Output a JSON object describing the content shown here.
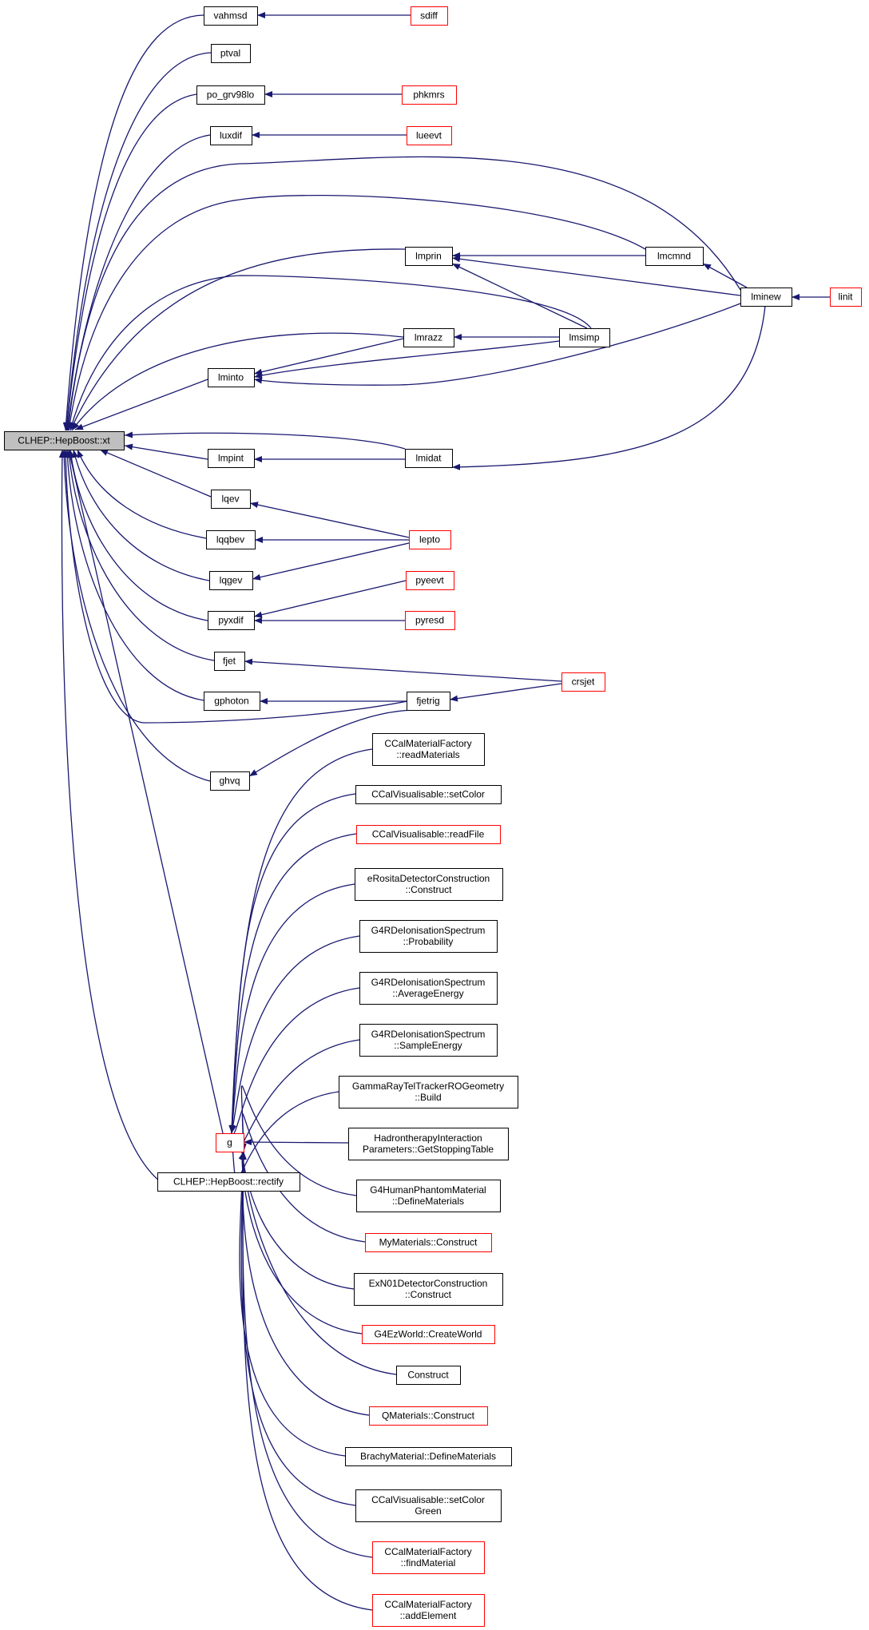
{
  "colors": {
    "edge": "#191970",
    "node_border": "#000000",
    "node_border_truncated": "#ff0000",
    "root_fill": "#bfbfbf"
  },
  "nodes": [
    {
      "id": "root",
      "lines": [
        "CLHEP::HepBoost::xt"
      ],
      "style": "root"
    },
    {
      "id": "vahmsd",
      "lines": [
        "vahmsd"
      ],
      "style": "normal"
    },
    {
      "id": "sdiff",
      "lines": [
        "sdiff"
      ],
      "style": "truncated"
    },
    {
      "id": "ptval",
      "lines": [
        "ptval"
      ],
      "style": "normal"
    },
    {
      "id": "po_grv98lo",
      "lines": [
        "po_grv98lo"
      ],
      "style": "normal"
    },
    {
      "id": "phkmrs",
      "lines": [
        "phkmrs"
      ],
      "style": "truncated"
    },
    {
      "id": "luxdif",
      "lines": [
        "luxdif"
      ],
      "style": "normal"
    },
    {
      "id": "lueevt",
      "lines": [
        "lueevt"
      ],
      "style": "truncated"
    },
    {
      "id": "lmcmnd",
      "lines": [
        "lmcmnd"
      ],
      "style": "normal"
    },
    {
      "id": "lmprin",
      "lines": [
        "lmprin"
      ],
      "style": "normal"
    },
    {
      "id": "lminew",
      "lines": [
        "lminew"
      ],
      "style": "normal"
    },
    {
      "id": "linit",
      "lines": [
        "linit"
      ],
      "style": "truncated"
    },
    {
      "id": "lmrazz",
      "lines": [
        "lmrazz"
      ],
      "style": "normal"
    },
    {
      "id": "lmsimp",
      "lines": [
        "lmsimp"
      ],
      "style": "normal"
    },
    {
      "id": "lminto",
      "lines": [
        "lminto"
      ],
      "style": "normal"
    },
    {
      "id": "lmpint",
      "lines": [
        "lmpint"
      ],
      "style": "normal"
    },
    {
      "id": "lmidat",
      "lines": [
        "lmidat"
      ],
      "style": "normal"
    },
    {
      "id": "lqev",
      "lines": [
        "lqev"
      ],
      "style": "normal"
    },
    {
      "id": "lqqbev",
      "lines": [
        "lqqbev"
      ],
      "style": "normal"
    },
    {
      "id": "lepto",
      "lines": [
        "lepto"
      ],
      "style": "truncated"
    },
    {
      "id": "lqgev",
      "lines": [
        "lqgev"
      ],
      "style": "normal"
    },
    {
      "id": "pyeevt",
      "lines": [
        "pyeevt"
      ],
      "style": "truncated"
    },
    {
      "id": "pyxdif",
      "lines": [
        "pyxdif"
      ],
      "style": "normal"
    },
    {
      "id": "pyresd",
      "lines": [
        "pyresd"
      ],
      "style": "truncated"
    },
    {
      "id": "fjet",
      "lines": [
        "fjet"
      ],
      "style": "normal"
    },
    {
      "id": "crsjet",
      "lines": [
        "crsjet"
      ],
      "style": "truncated"
    },
    {
      "id": "gphoton",
      "lines": [
        "gphoton"
      ],
      "style": "normal"
    },
    {
      "id": "fjetrig",
      "lines": [
        "fjetrig"
      ],
      "style": "normal"
    },
    {
      "id": "ghvq",
      "lines": [
        "ghvq"
      ],
      "style": "normal"
    },
    {
      "id": "ccal_readmat",
      "lines": [
        "CCalMaterialFactory",
        "::readMaterials"
      ],
      "style": "normal"
    },
    {
      "id": "ccal_setcolor",
      "lines": [
        "CCalVisualisable::setColor"
      ],
      "style": "normal"
    },
    {
      "id": "ccal_readfile",
      "lines": [
        "CCalVisualisable::readFile"
      ],
      "style": "truncated"
    },
    {
      "id": "erosita",
      "lines": [
        "eRositaDetectorConstruction",
        "::Construct"
      ],
      "style": "normal"
    },
    {
      "id": "g4rd_prob",
      "lines": [
        "G4RDeIonisationSpectrum",
        "::Probability"
      ],
      "style": "normal"
    },
    {
      "id": "g4rd_avg",
      "lines": [
        "G4RDeIonisationSpectrum",
        "::AverageEnergy"
      ],
      "style": "normal"
    },
    {
      "id": "g4rd_sample",
      "lines": [
        "G4RDeIonisationSpectrum",
        "::SampleEnergy"
      ],
      "style": "normal"
    },
    {
      "id": "gammaray",
      "lines": [
        "GammaRayTelTrackerROGeometry",
        "::Build"
      ],
      "style": "normal"
    },
    {
      "id": "g",
      "lines": [
        "g"
      ],
      "style": "truncated"
    },
    {
      "id": "hadron",
      "lines": [
        "HadrontherapyInteraction",
        "Parameters::GetStoppingTable"
      ],
      "style": "normal"
    },
    {
      "id": "rectify",
      "lines": [
        "CLHEP::HepBoost::rectify"
      ],
      "style": "normal"
    },
    {
      "id": "g4human",
      "lines": [
        "G4HumanPhantomMaterial",
        "::DefineMaterials"
      ],
      "style": "normal"
    },
    {
      "id": "mymat",
      "lines": [
        "MyMaterials::Construct"
      ],
      "style": "truncated"
    },
    {
      "id": "exn01",
      "lines": [
        "ExN01DetectorConstruction",
        "::Construct"
      ],
      "style": "normal"
    },
    {
      "id": "g4ez",
      "lines": [
        "G4EzWorld::CreateWorld"
      ],
      "style": "truncated"
    },
    {
      "id": "construct",
      "lines": [
        "Construct"
      ],
      "style": "normal"
    },
    {
      "id": "qmat",
      "lines": [
        "QMaterials::Construct"
      ],
      "style": "truncated"
    },
    {
      "id": "brachy",
      "lines": [
        "BrachyMaterial::DefineMaterials"
      ],
      "style": "normal"
    },
    {
      "id": "ccal_green",
      "lines": [
        "CCalVisualisable::setColor",
        "Green"
      ],
      "style": "normal"
    },
    {
      "id": "ccal_findmat",
      "lines": [
        "CCalMaterialFactory",
        "::findMaterial"
      ],
      "style": "truncated"
    },
    {
      "id": "ccal_addel",
      "lines": [
        "CCalMaterialFactory",
        "::addElement"
      ],
      "style": "truncated"
    }
  ]
}
